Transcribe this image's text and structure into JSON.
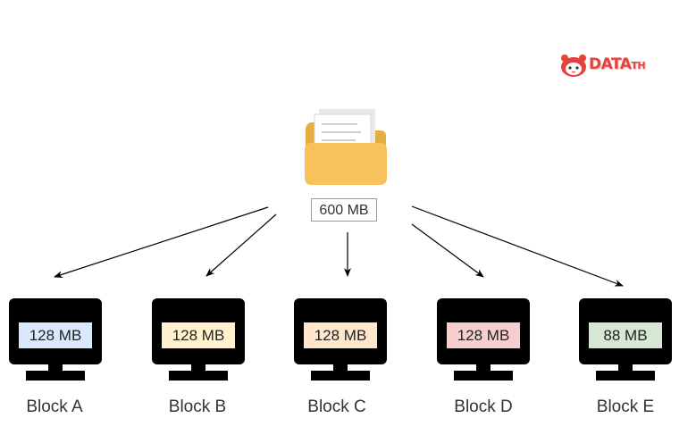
{
  "logo": {
    "text": "DATA",
    "suffix": "TH"
  },
  "file": {
    "label": "600 MB",
    "icon": "folder-icon"
  },
  "blocks": [
    {
      "name": "Block A",
      "size": "128 MB",
      "color": "#dae8fc"
    },
    {
      "name": "Block B",
      "size": "128 MB",
      "color": "#fff2cc"
    },
    {
      "name": "Block C",
      "size": "128 MB",
      "color": "#ffe6cc"
    },
    {
      "name": "Block D",
      "size": "128 MB",
      "color": "#f8cecc"
    },
    {
      "name": "Block E",
      "size": "88 MB",
      "color": "#d5e8d4"
    }
  ]
}
